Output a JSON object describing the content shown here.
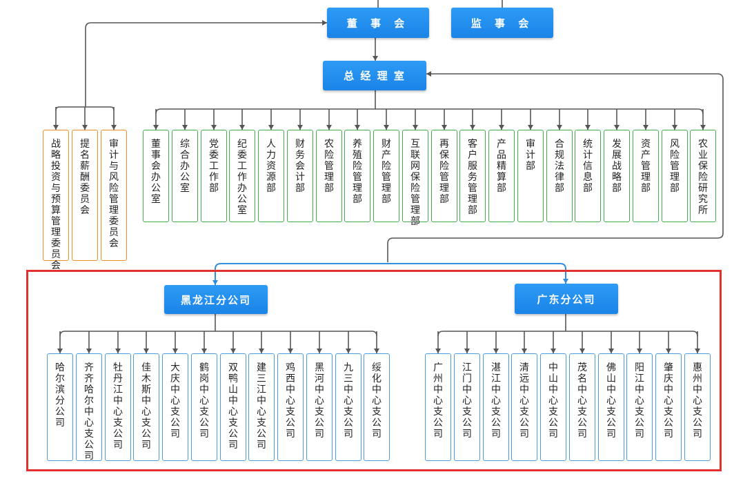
{
  "top": {
    "board": "董 事 会",
    "supervisory": "监 事 会",
    "gm_office": "总 经 理 室"
  },
  "committees": [
    "战略投资与预算管理委员会",
    "提名薪酬委员会",
    "审计与风险管理委员会"
  ],
  "departments": [
    "董事会办公室",
    "综合办公室",
    "党委工作部",
    "纪委工作办公室",
    "人力资源部",
    "财务会计部",
    "农险管理部",
    "养殖险管理部",
    "财产险管理部",
    "互联网保险管理部",
    "再保险管理部",
    "客户服务管理部",
    "产品精算部",
    "审计部",
    "合规法律部",
    "统计信息部",
    "发展战略部",
    "资产管理部",
    "风险管理部",
    "农业保险研究所"
  ],
  "branches": [
    {
      "name": "黑龙江分公司",
      "offices": [
        "哈尔滨分公司",
        "齐齐哈尔中心支公司",
        "牡丹江中心支公司",
        "佳木斯中心支公司",
        "大庆中心支公司",
        "鹤岗中心支公司",
        "双鸭山中心支公司",
        "建三江中心支公司",
        "鸡西中心支公司",
        "黑河中心支公司",
        "九三中心支公司",
        "绥化中心支公司"
      ]
    },
    {
      "name": "广东分公司",
      "offices": [
        "广州中心支公司",
        "江门中心支公司",
        "湛江中心支公司",
        "清远中心支公司",
        "中山中心支公司",
        "茂名中心支公司",
        "佛山中心支公司",
        "阳江中心支公司",
        "肇庆中心支公司",
        "惠州中心支公司"
      ]
    }
  ],
  "colors": {
    "node_blue": "#1f8cef",
    "department_border": "#3dae49",
    "committee_border": "#ef8c25",
    "office_border": "#4a9ce3",
    "connector": "#555555",
    "branch_connector": "#2f8ee0",
    "highlight_frame": "#e2302f"
  }
}
